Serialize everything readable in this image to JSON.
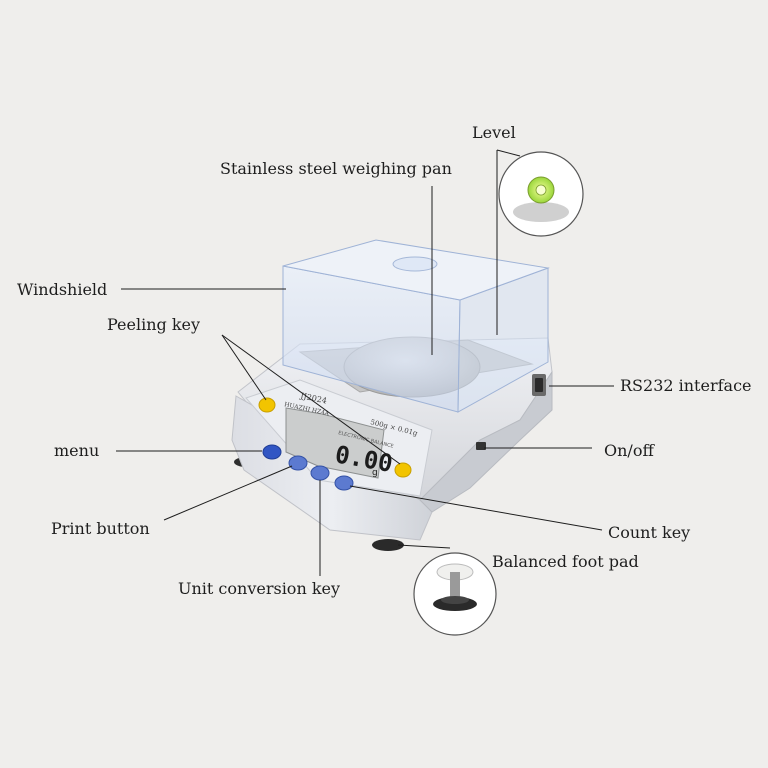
{
  "labels": {
    "level": "Level",
    "pan": "Stainless steel weighing pan",
    "windshield": "Windshield",
    "peeling_key": "Peeling key",
    "rs232": "RS232 interface",
    "menu": "menu",
    "onoff": "On/off",
    "print": "Print button",
    "count": "Count key",
    "foot_pad": "Balanced foot pad",
    "unit": "Unit conversion key"
  },
  "device": {
    "model": "JJ2024",
    "brand": "HUAZHI  HZ4A",
    "spec": "500g × 0.01g",
    "type_label": "ELECTRONIC BALANCE",
    "display_reading": "0.00",
    "display_unit": "g"
  },
  "colors": {
    "body": "#e3e4e8",
    "key_yellow": "#f2c400",
    "key_blue": "#3156c4",
    "lcd": "#c9cbcb"
  }
}
